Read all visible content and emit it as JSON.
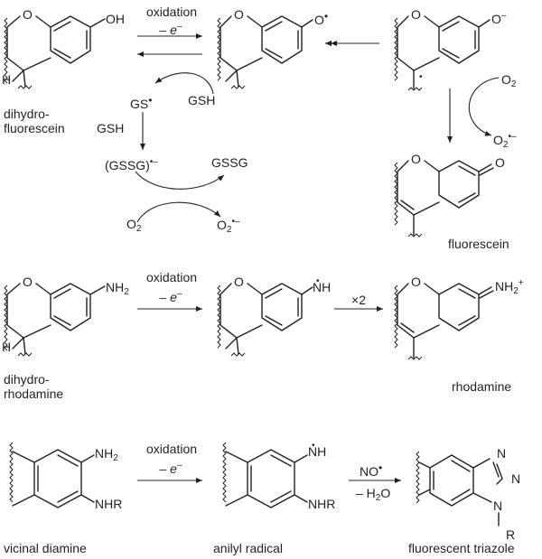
{
  "row1": {
    "reaction": {
      "label": "oxidation",
      "electron": "– e",
      "electron_sup": "–"
    },
    "atom_oh": "OH",
    "atom_o_radical": "O",
    "atom_o_anion": "O",
    "anion_charge": "–",
    "radical_dot": "•",
    "atom_h": "H",
    "gs_radical": "GS",
    "gsh_right": "GSH",
    "gsh_left": "GSH",
    "gssg_radical": "(GSSG)",
    "gssg_charge": "•–",
    "gssg": "GSSG",
    "o2_left": "O",
    "o2_left_sub": "2",
    "superoxide_left": "O",
    "superoxide_left_sub": "2",
    "superoxide_left_charge": "•–",
    "o2_right": "O",
    "o2_right_sub": "2",
    "superoxide_right": "O",
    "superoxide_right_sub": "2",
    "superoxide_right_charge": "•–",
    "product_o": "O",
    "ring_o": "O",
    "name_start_line1": "dihydro-",
    "name_start_line2": "fluorescein",
    "name_product": "fluorescein"
  },
  "row2": {
    "reaction": {
      "label": "oxidation",
      "electron": "– e",
      "electron_sup": "–"
    },
    "atom_nh2": "NH",
    "atom_nh2_sub": "2",
    "atom_nh_radical": "NH",
    "radical_dot": "•",
    "times_two": "×2",
    "atom_iminium": "NH",
    "atom_iminium_sub": "2",
    "atom_iminium_charge": "+",
    "atom_h": "H",
    "ring_o": "O",
    "name_start_line1": "dihydro-",
    "name_start_line2": "rhodamine",
    "name_product": "rhodamine"
  },
  "row3": {
    "reaction": {
      "label": "oxidation",
      "electron": "– e",
      "electron_sup": "–"
    },
    "atom_nh2": "NH",
    "atom_nh2_sub": "2",
    "atom_nhr": "NHR",
    "atom_nh_radical": "NH",
    "radical_dot": "•",
    "atom_nhr_2": "NHR",
    "reagent_no": "NO",
    "reagent_water": "– H",
    "reagent_water_sub": "2",
    "reagent_water_end": "O",
    "triazole_n1": "N",
    "triazole_n2": "N",
    "triazole_n3": "N",
    "triazole_r": "R",
    "name_start": "vicinal diamine",
    "name_middle": "anilyl radical",
    "name_product": "fluorescent triazole"
  }
}
